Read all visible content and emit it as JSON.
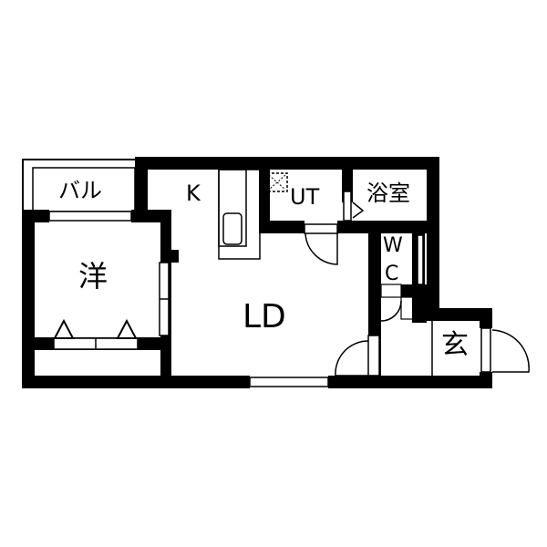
{
  "floor_plan": {
    "rooms": [
      {
        "id": "balcony",
        "label": "バル"
      },
      {
        "id": "western_room",
        "label": "洋"
      },
      {
        "id": "kitchen",
        "label": "K"
      },
      {
        "id": "living_dining",
        "label": "LD"
      },
      {
        "id": "utility",
        "label": "UT"
      },
      {
        "id": "bathroom",
        "label": "浴室"
      },
      {
        "id": "toilet",
        "label": "W\nC",
        "label_top": "W",
        "label_bottom": "C"
      },
      {
        "id": "entrance",
        "label": "玄"
      }
    ],
    "colors": {
      "wall": "#000000",
      "background": "#ffffff"
    }
  }
}
